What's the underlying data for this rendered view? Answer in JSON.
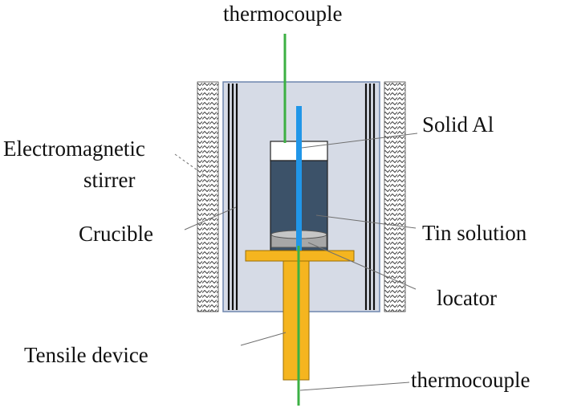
{
  "labels": {
    "thermocouple_top": "thermocouple",
    "electromagnetic_line1": "Electromagnetic",
    "electromagnetic_line2": "stirrer",
    "crucible": "Crucible",
    "solid_al": "Solid Al",
    "tin_solution": "Tin solution",
    "locator": "locator",
    "tensile_device": "Tensile device",
    "thermocouple_bottom": "thermocouple"
  },
  "colors": {
    "thermocouple_wire": "#3cb043",
    "solid_al_rod": "#2196e8",
    "tin_solution": "#3c5269",
    "crucible_fill": "#d6dbe6",
    "tensile_device": "#f5b51f",
    "locator": "#a7a7a7",
    "coil_hatch": "#333333",
    "leader_line": "#707070"
  }
}
